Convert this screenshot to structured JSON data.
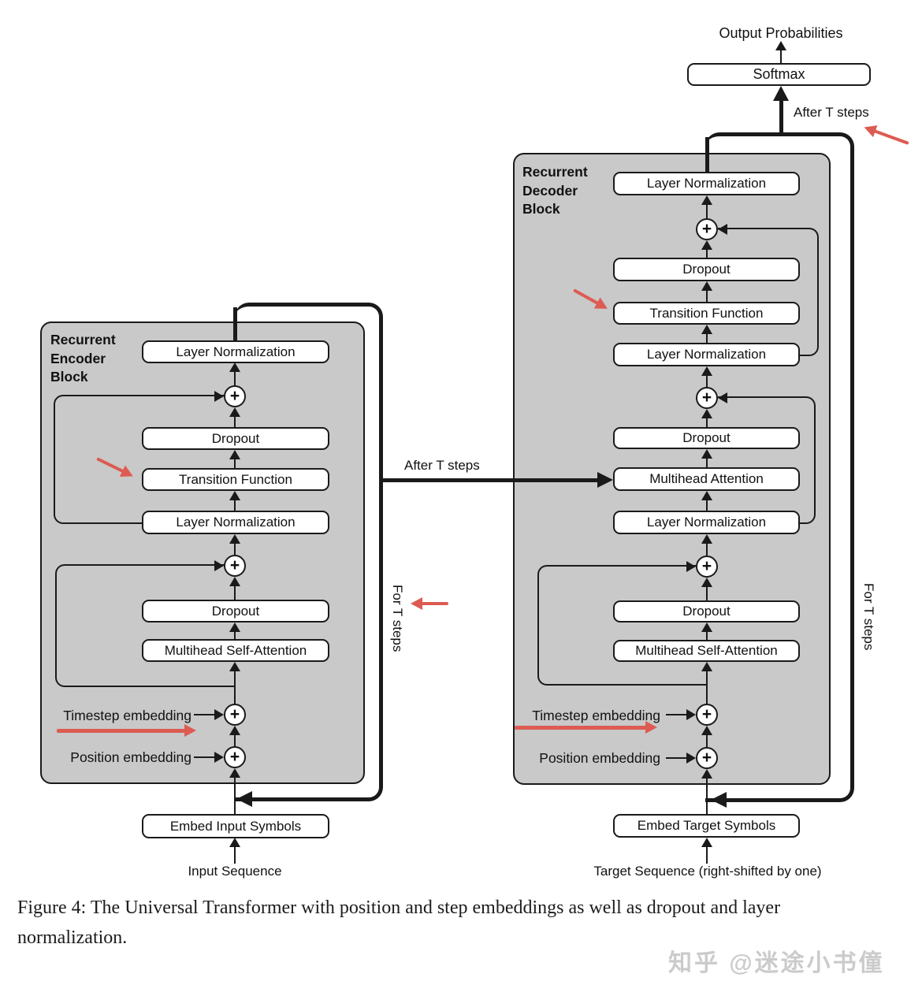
{
  "top": {
    "output_label": "Output Probabilities",
    "softmax": "Softmax",
    "after_t_steps": "After T steps"
  },
  "middle": {
    "after_t_steps": "After T steps"
  },
  "encoder": {
    "title_lines": [
      "Recurrent",
      "Encoder",
      "Block"
    ],
    "ln_top": "Layer Normalization",
    "dropout_top": "Dropout",
    "transition": "Transition Function",
    "ln_mid": "Layer Normalization",
    "dropout_bottom": "Dropout",
    "self_attention": "Multihead Self-Attention",
    "timestep": "Timestep embedding",
    "position": "Position embedding",
    "embed": "Embed Input Symbols",
    "input": "Input Sequence",
    "loop_label": "For T steps"
  },
  "decoder": {
    "title_lines": [
      "Recurrent",
      "Decoder",
      "Block"
    ],
    "ln_top": "Layer Normalization",
    "dropout_top": "Dropout",
    "transition": "Transition Function",
    "ln_mid": "Layer Normalization",
    "dropout_mid": "Dropout",
    "cross_attention": "Multihead Attention",
    "ln_bottom": "Layer Normalization",
    "dropout_bottom": "Dropout",
    "self_attention": "Multihead Self-Attention",
    "timestep": "Timestep embedding",
    "position": "Position embedding",
    "embed": "Embed Target Symbols",
    "input": "Target Sequence (right-shifted by one)",
    "loop_label": "For T steps"
  },
  "symbols": {
    "plus": "+"
  },
  "caption": {
    "line1": "Figure 4: The Universal Transformer with position and step embeddings as well as dropout and layer",
    "line2": "normalization."
  },
  "watermark": "知乎 @迷途小书僮",
  "colors": {
    "block_bg": "#c8c9c8",
    "line": "#1a1a1a",
    "annotation_red": "#dd5b52",
    "watermark_gray": "#cbcbcb"
  }
}
